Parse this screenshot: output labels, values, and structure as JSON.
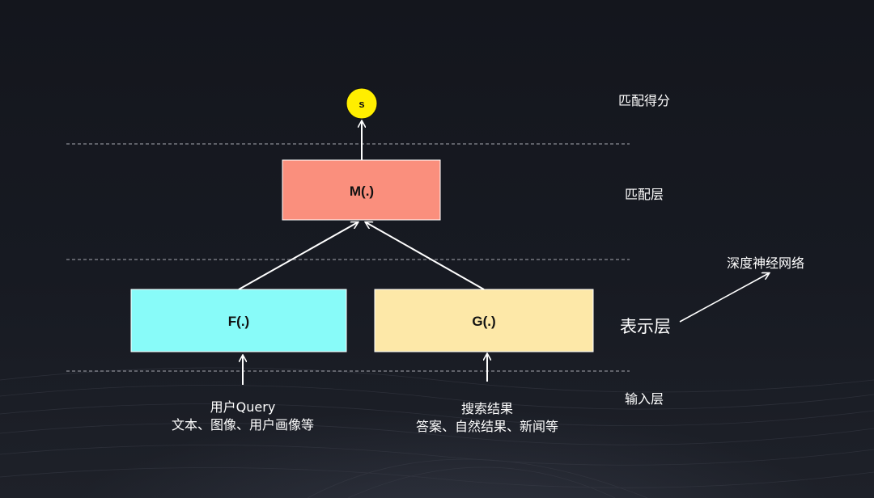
{
  "score_node": {
    "label": "s"
  },
  "nodes": {
    "match": {
      "label": "M(.)",
      "color": "#fa8f7d"
    },
    "left": {
      "label": "F(.)",
      "color": "#88fbf9"
    },
    "right": {
      "label": "G(.)",
      "color": "#fde8a8"
    }
  },
  "layers": {
    "score": "匹配得分",
    "match": "匹配层",
    "representation": "表示层",
    "input": "输入层"
  },
  "annotation": "深度神经网络",
  "inputs": {
    "left": {
      "line1": "用户Query",
      "line2": "文本、图像、用户画像等"
    },
    "right": {
      "line1": "搜索结果",
      "line2": "答案、自然结果、新闻等"
    }
  },
  "colors": {
    "background": "#161820",
    "score_circle": "#ffee00",
    "lines": "#ffffff",
    "dashed": "#8a8c94"
  }
}
